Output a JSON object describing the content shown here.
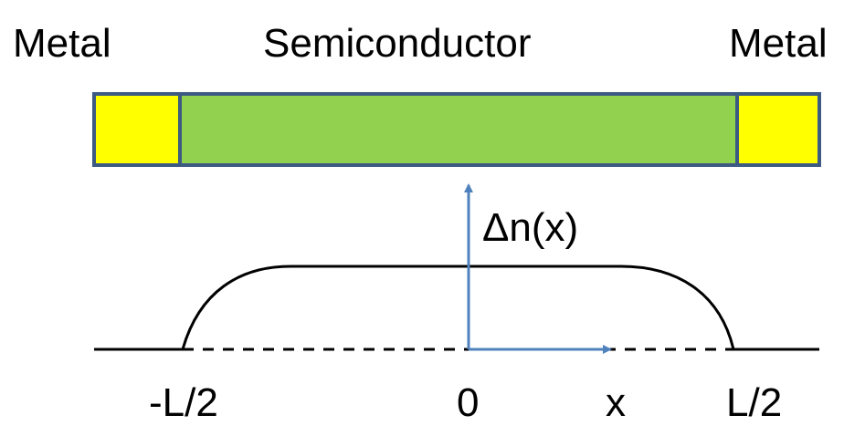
{
  "labels": {
    "metal_left": "Metal",
    "semiconductor": "Semiconductor",
    "metal_right": "Metal",
    "y_axis": "Δn(x)",
    "tick_minus_half_l": "-L/2",
    "tick_zero": "0",
    "x_axis": "x",
    "tick_half_l": "L/2"
  },
  "colors": {
    "metal": "#ffff00",
    "semiconductor": "#92d050",
    "border": "#3c5a82",
    "axis": "#4f81bd",
    "curve": "#000000"
  }
}
